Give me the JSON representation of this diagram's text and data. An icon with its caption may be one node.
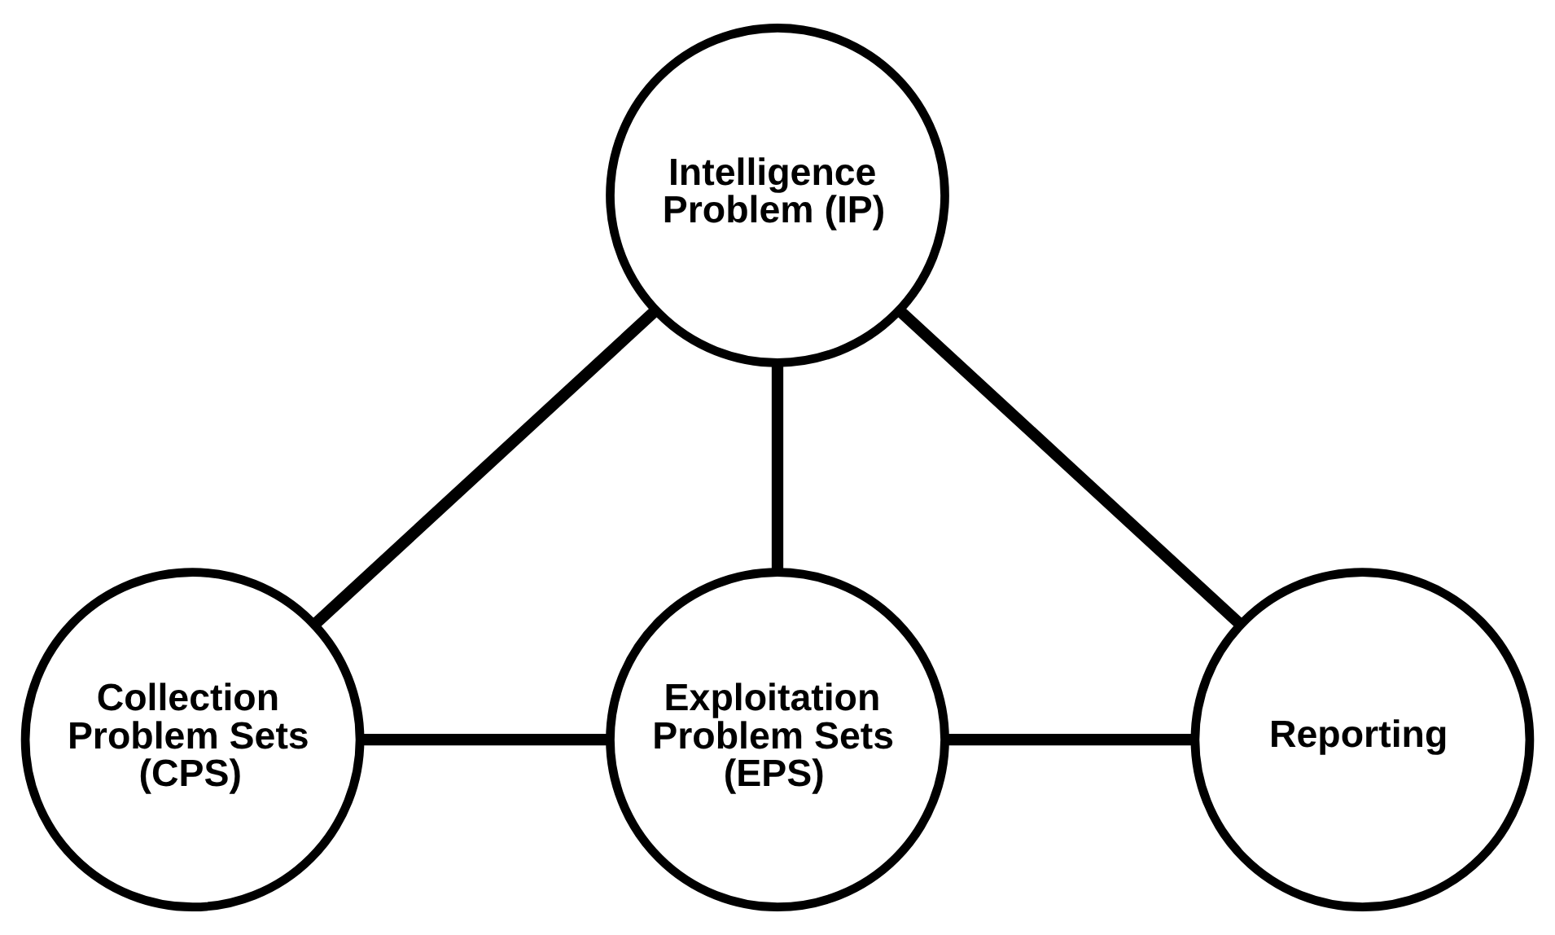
{
  "diagram": {
    "nodes": [
      {
        "text": [
          "Intelligence Problem (IP)"
        ]
      },
      {
        "text": [
          "Collection Problem Sets (CPS)"
        ]
      },
      {
        "text": [
          "Exploitation Problem Sets (EPS)"
        ]
      },
      {
        "text": [
          "Reporting"
        ]
      }
    ],
    "edges": [
      {
        "from": 0,
        "to": 1,
        "arrow": "none"
      },
      {
        "from": 0,
        "to": 2,
        "arrow": "none"
      },
      {
        "from": 0,
        "to": 3,
        "arrow": "none"
      },
      {
        "from": 1,
        "to": 2,
        "arrow": "none"
      },
      {
        "from": 2,
        "to": 3,
        "arrow": "none"
      }
    ]
  }
}
